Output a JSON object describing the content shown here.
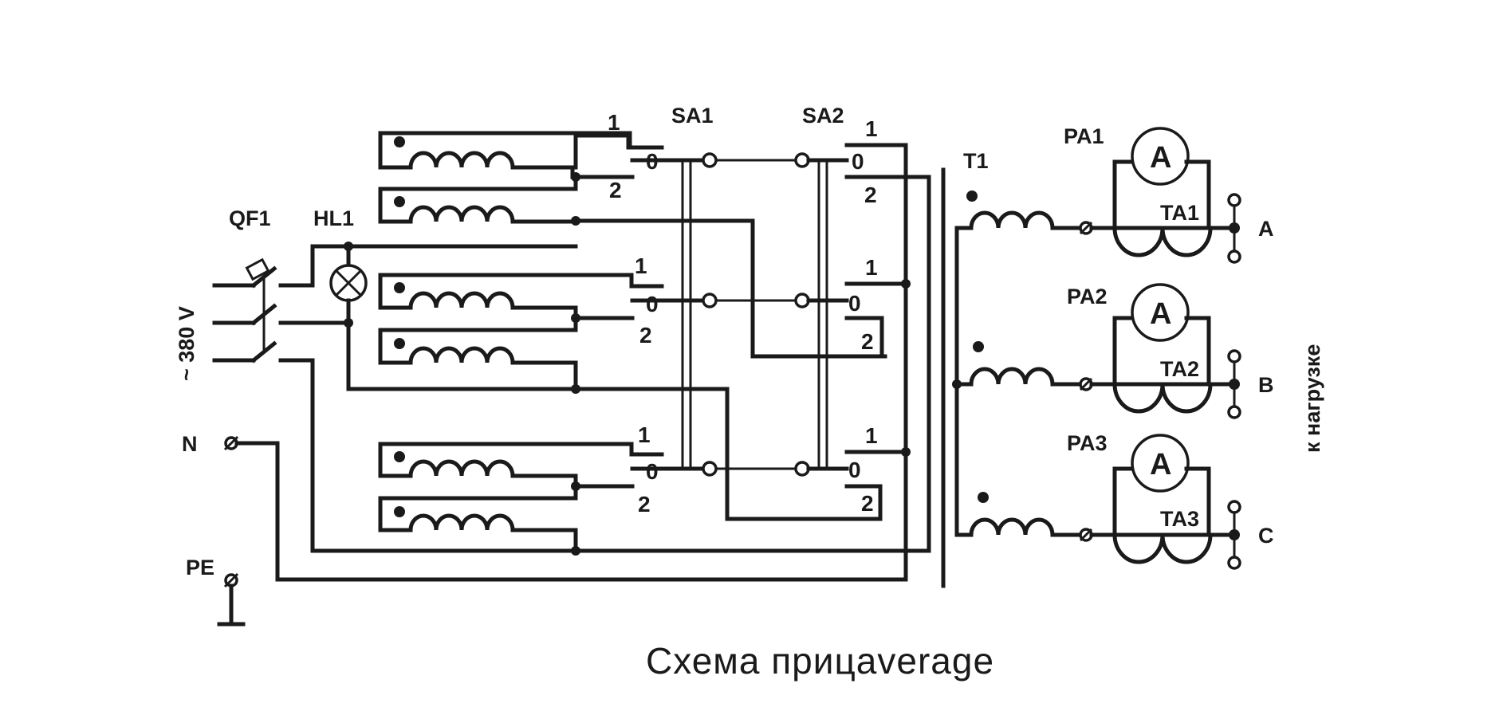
{
  "labels": {
    "qf1": "QF1",
    "hl1": "HL1",
    "sa1": "SA1",
    "sa2": "SA2",
    "t1": "T1",
    "pa1": "PA1",
    "pa2": "PA2",
    "pa3": "PA3",
    "ta1": "TA1",
    "ta2": "TA2",
    "ta3": "TA3",
    "n": "N",
    "pe": "PE",
    "supply": "~ 380 V",
    "phase_a": "A",
    "phase_b": "B",
    "phase_c": "C",
    "to_load": "к нагрузке",
    "ammeter": "A"
  },
  "switch_positions": {
    "one": "1",
    "zero": "0",
    "two": "2"
  },
  "caption": "Схема прицaverage"
}
